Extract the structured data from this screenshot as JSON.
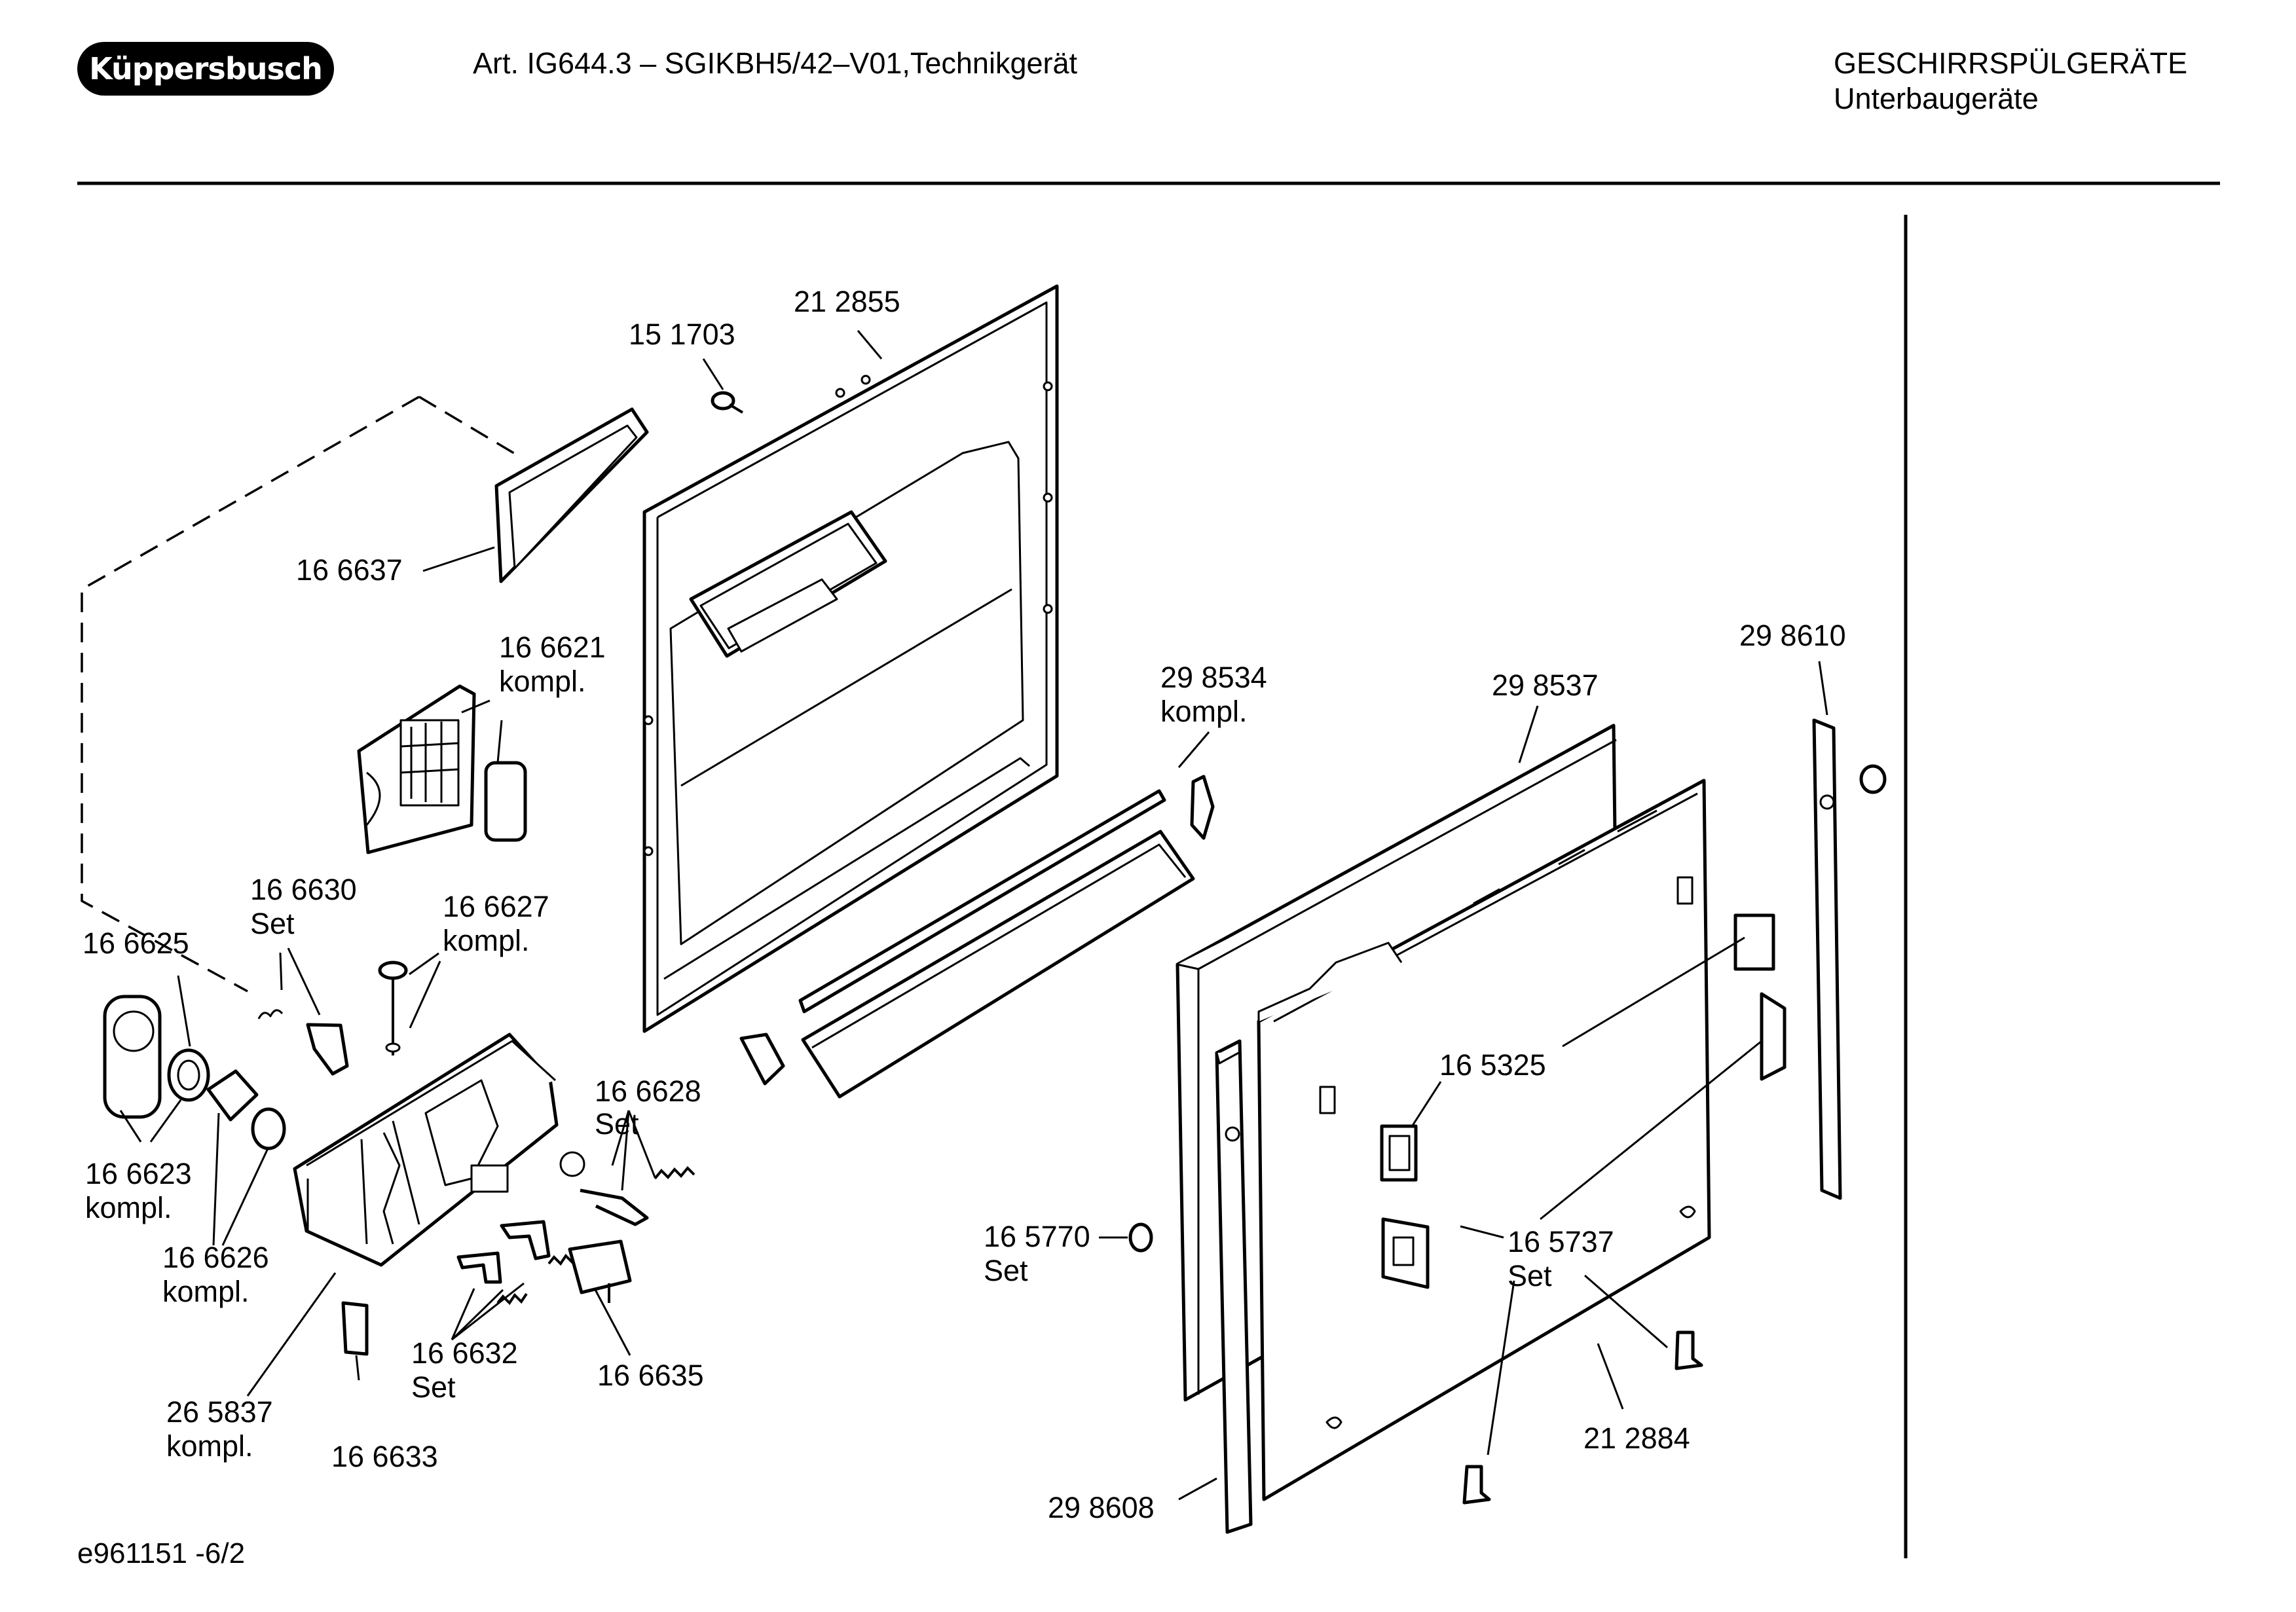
{
  "header": {
    "brand": "Küppersbusch",
    "article": "Art. IG644.3 – SGIKBH5/42–V01,Technikgerät",
    "category": "GESCHIRRSPÜLGERÄTE",
    "subcategory": "Unterbaugeräte"
  },
  "footer": {
    "drawing_id": "e961151 -6/2"
  },
  "parts": {
    "p212855": "21 2855",
    "p151703": "15 1703",
    "p166637": "16 6637",
    "p166621": "16 6621",
    "p166621_note": "kompl.",
    "p298534": "29 8534",
    "p298534_note": "kompl.",
    "p298537": "29 8537",
    "p298610": "29 8610",
    "p166630": "16 6630",
    "p166630_note": "Set",
    "p166627": "16 6627",
    "p166627_note": "kompl.",
    "p166625": "16 6625",
    "p165325": "16 5325",
    "p166628": "16 6628",
    "p166628_note": "Set",
    "p166623": "16 6623",
    "p166623_note": "kompl.",
    "p166626": "16 6626",
    "p166626_note": "kompl.",
    "p165770": "16 5770",
    "p165770_note": "Set",
    "p165737": "16 5737",
    "p165737_note": "Set",
    "p166632": "16 6632",
    "p166632_note": "Set",
    "p166635": "16 6635",
    "p265837": "26 5837",
    "p265837_note": "kompl.",
    "p166633": "16 6633",
    "p212884": "21 2884",
    "p298608": "29 8608"
  }
}
